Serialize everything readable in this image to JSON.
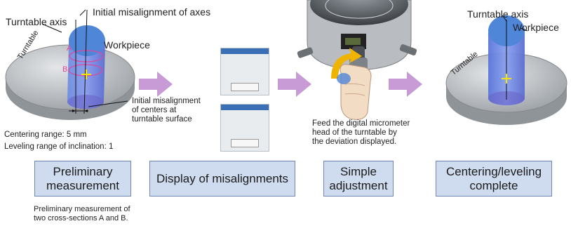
{
  "labels": {
    "turntable_axis_top": "Turntable axis",
    "initial_misalignment_axes": "Initial misalignment of axes",
    "workpiece_1": "Workpiece",
    "turntable_1": "Turntable",
    "section_a": "A",
    "section_b": "B",
    "initial_misalignment_centers": "Initial misalignment\nof centers at\nturntable surface",
    "centering_range": "Centering range:  5 mm",
    "leveling_range": "Leveling range of inclination:  1",
    "feed_micrometer": "Feed the digital micrometer\nhead of the turntable by\nthe deviation displayed.",
    "turntable_axis_right": "Turntable axis",
    "workpiece_2": "Workpiece",
    "turntable_2": "Turntable",
    "preliminary_note": "Preliminary measurement of\ntwo cross-sections A and B."
  },
  "steps": [
    {
      "label": "Preliminary\nmeasurement"
    },
    {
      "label": "Display of misalignments"
    },
    {
      "label": "Simple\nadjustment"
    },
    {
      "label": "Centering/leveling\ncomplete"
    }
  ],
  "colors": {
    "step_box": "#cfdcf0",
    "arrow": "#c89ad6",
    "cylinder": "#4f86d8",
    "turntable": "#b8bcc0",
    "marker": "#f5e400",
    "section_marks": "#e0469a"
  }
}
